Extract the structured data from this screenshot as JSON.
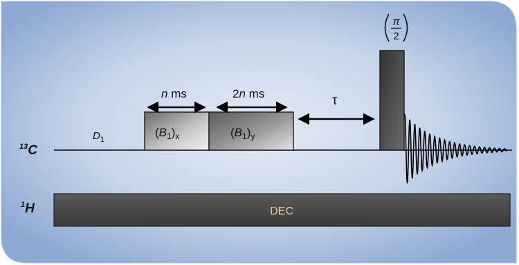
{
  "channels": {
    "carbon": {
      "mass": "13",
      "element": "C"
    },
    "proton": {
      "mass": "1",
      "element": "H"
    }
  },
  "delay": {
    "symbol": "D",
    "sub": "1"
  },
  "pulse_x": {
    "open": "(",
    "b": "B",
    "sub1": "1",
    "close": ")",
    "sub2": "x"
  },
  "pulse_y": {
    "open": "(",
    "b": "B",
    "sub1": "1",
    "close": ")",
    "sub2": "y"
  },
  "duration_x": {
    "n": "n",
    "unit": " ms"
  },
  "duration_y": {
    "coef": "2",
    "n": "n",
    "unit": " ms"
  },
  "tau": "τ",
  "pulse_angle": {
    "num": "π",
    "den": "2"
  },
  "decoupling": "DEC",
  "colors": {
    "background_center": "#dbe4f1",
    "background_edge": "#8aa6d1",
    "dec_bar": "#474747",
    "dec_text": "#f4c9a0"
  }
}
